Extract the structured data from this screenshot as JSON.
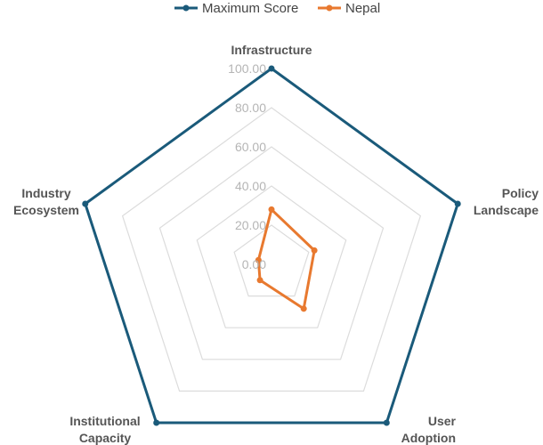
{
  "chart_data": {
    "type": "radar",
    "categories": [
      "Infrastructure",
      "Policy Landscape",
      "User Adoption",
      "Institutional Capacity",
      "Industry Ecosystem"
    ],
    "category_lines": [
      [
        "Infrastructure"
      ],
      [
        "Policy",
        "Landscape"
      ],
      [
        "User",
        "Adoption"
      ],
      [
        "Institutional",
        "Capacity"
      ],
      [
        "Industry",
        "Ecosystem"
      ]
    ],
    "rlim": [
      0,
      100
    ],
    "ticks": [
      "0.00",
      "20.00",
      "40.00",
      "60.00",
      "80.00",
      "100.00"
    ],
    "tick_values": [
      0,
      20,
      40,
      60,
      80,
      100
    ],
    "grid": true,
    "legend_position": "top-center",
    "series": [
      {
        "name": "Maximum Score",
        "color": "#1a5a7a",
        "values": [
          100,
          100,
          100,
          100,
          100
        ]
      },
      {
        "name": "Nepal",
        "color": "#e8792f",
        "values": [
          28,
          23,
          28,
          10,
          7
        ]
      }
    ]
  }
}
